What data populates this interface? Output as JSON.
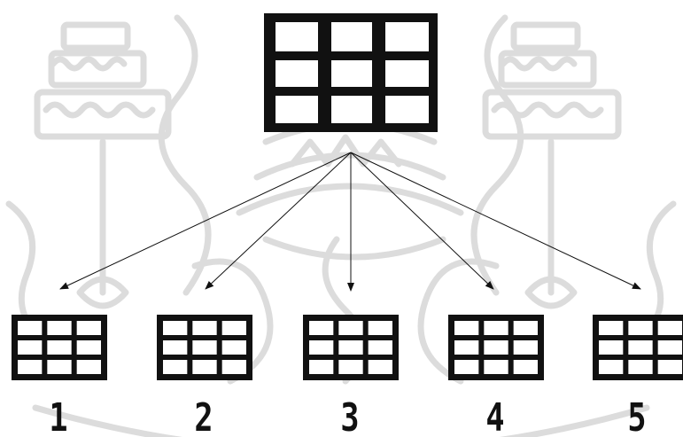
{
  "colors": {
    "ink": "#111111",
    "watermark": "#d9d9d9",
    "background": "#ffffff"
  },
  "diagram": {
    "source_grid": {
      "icon": "grid-3x3-icon"
    },
    "targets": [
      {
        "label": "1",
        "icon": "grid-3x3-icon"
      },
      {
        "label": "2",
        "icon": "grid-3x3-icon"
      },
      {
        "label": "3",
        "icon": "grid-3x3-icon"
      },
      {
        "label": "4",
        "icon": "grid-3x3-icon"
      },
      {
        "label": "5",
        "icon": "grid-3x3-icon"
      }
    ]
  }
}
